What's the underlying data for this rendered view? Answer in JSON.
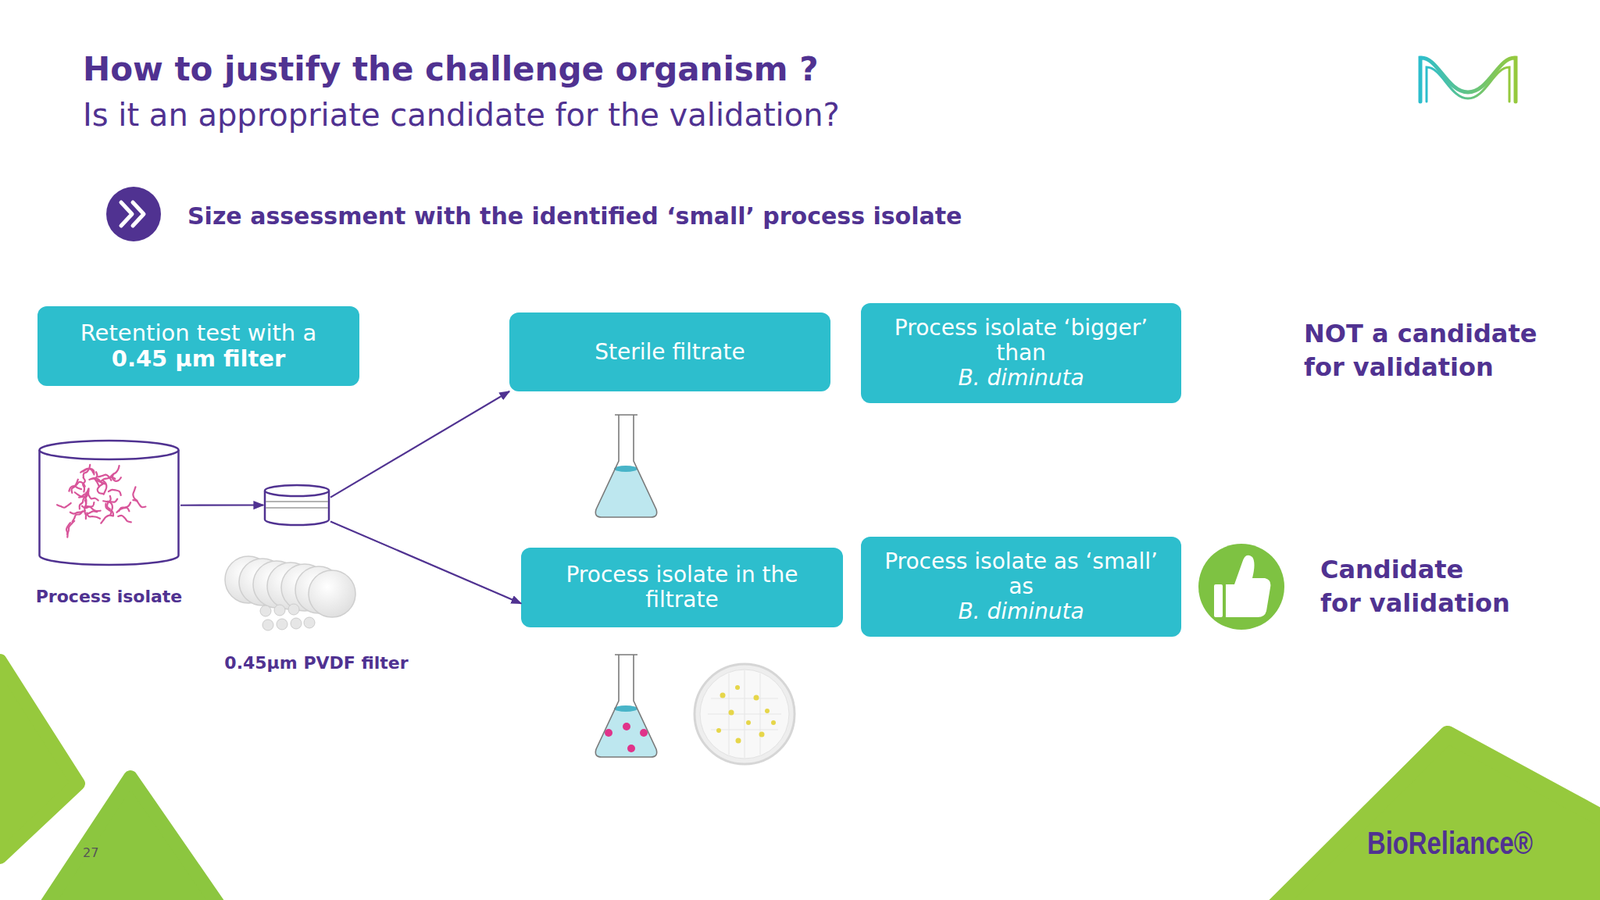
{
  "diagram": {
    "title": "How to justify the challenge organism ?",
    "nodes": [
      {
        "text": [
          "Retention test with a",
          "0.45 µm filter"
        ]
      },
      {
        "text": [
          "Process isolate"
        ]
      },
      {
        "text": [
          "0.45µm PVDF filter"
        ]
      },
      {
        "text": [
          "Sterile filtrate"
        ]
      },
      {
        "text": [
          "Process isolate ‘bigger’ than",
          "B. diminuta"
        ]
      },
      {
        "text": [
          "Process isolate in the filtrate"
        ]
      },
      {
        "text": [
          "Process isolate as ‘small’ as",
          "B. diminuta"
        ]
      }
    ],
    "edges": [
      {
        "from": 1,
        "to": 2,
        "arrow": "to"
      },
      {
        "from": 2,
        "to": 3,
        "arrow": "to"
      },
      {
        "from": 2,
        "to": 5,
        "arrow": "to"
      }
    ],
    "labels": [
      "Is it an appropriate candidate for the validation?",
      "Size assessment with the identified ‘small’ process isolate",
      "NOT a candidate for validation",
      "Candidate for validation",
      "27",
      "BioReliance®"
    ]
  }
}
